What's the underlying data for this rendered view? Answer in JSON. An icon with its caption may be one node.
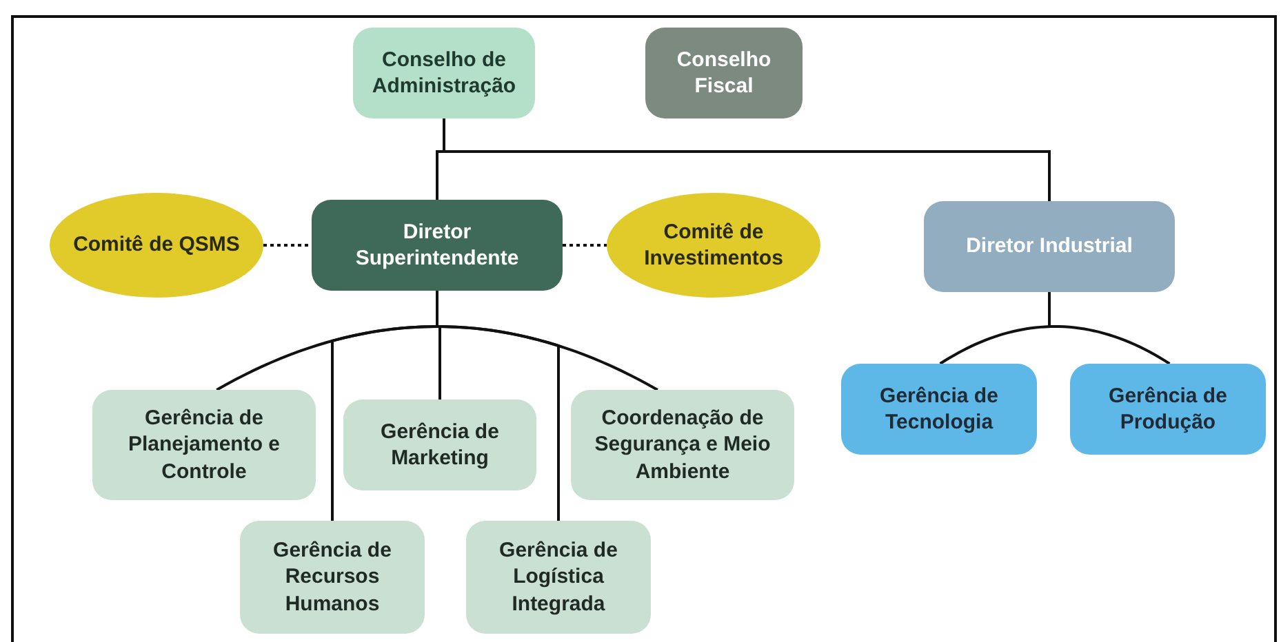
{
  "diagram": {
    "nodes": [
      {
        "text": [
          "Conselho de Administração"
        ]
      },
      {
        "text": [
          "Conselho Fiscal"
        ]
      },
      {
        "text": [
          "Comitê de QSMS"
        ]
      },
      {
        "text": [
          "Diretor Superintendente"
        ]
      },
      {
        "text": [
          "Comitê de Investimentos"
        ]
      },
      {
        "text": [
          "Diretor Industrial"
        ]
      },
      {
        "text": [
          "Gerência de Planejamento e Controle"
        ]
      },
      {
        "text": [
          "Gerência de Marketing"
        ]
      },
      {
        "text": [
          "Coordenação de Segurança e Meio Ambiente"
        ]
      },
      {
        "text": [
          "Gerência de Recursos Humanos"
        ]
      },
      {
        "text": [
          "Gerência de Logística Integrada"
        ]
      },
      {
        "text": [
          "Gerência de Tecnologia"
        ]
      },
      {
        "text": [
          "Gerência de Produção"
        ]
      }
    ],
    "edges": [
      {
        "from": 0,
        "to": 3,
        "arrow": "none"
      },
      {
        "from": 0,
        "to": 5,
        "arrow": "none"
      },
      {
        "from": 2,
        "to": 3,
        "arrow": "none",
        "style": "dashed"
      },
      {
        "from": 3,
        "to": 4,
        "arrow": "none",
        "style": "dashed"
      },
      {
        "from": 3,
        "to": 6,
        "arrow": "none"
      },
      {
        "from": 3,
        "to": 9,
        "arrow": "none"
      },
      {
        "from": 3,
        "to": 7,
        "arrow": "none"
      },
      {
        "from": 3,
        "to": 10,
        "arrow": "none"
      },
      {
        "from": 3,
        "to": 8,
        "arrow": "none"
      },
      {
        "from": 5,
        "to": 11,
        "arrow": "none"
      },
      {
        "from": 5,
        "to": 12,
        "arrow": "none"
      }
    ]
  }
}
